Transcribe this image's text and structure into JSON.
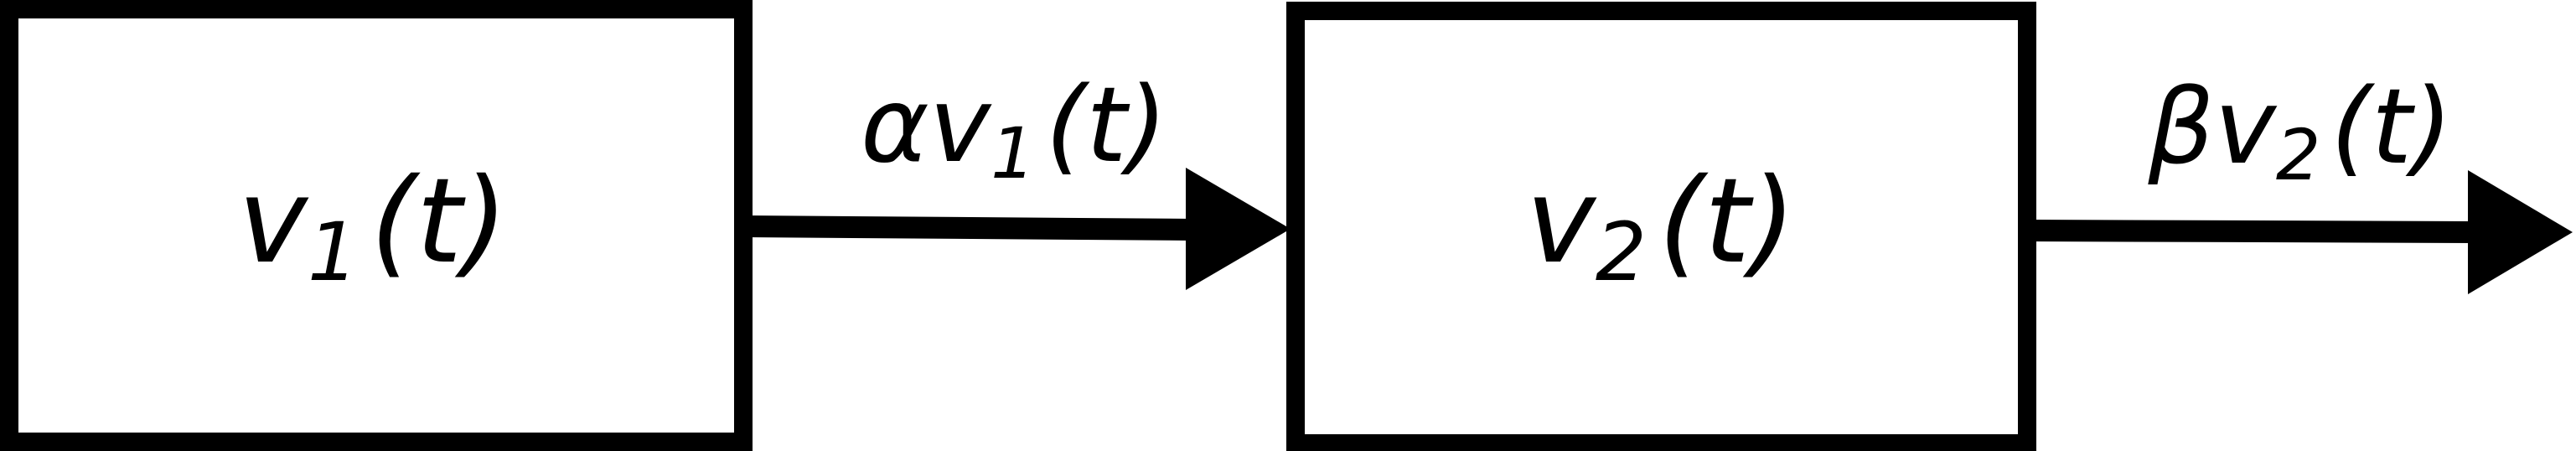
{
  "blocks": [
    {
      "var": "v",
      "sub": "1",
      "arg": "(t)"
    },
    {
      "var": "v",
      "sub": "2",
      "arg": "(t)"
    }
  ],
  "edges": [
    {
      "coef": "α",
      "var": "v",
      "sub": "1",
      "arg": "(t)"
    },
    {
      "coef": "β",
      "var": "v",
      "sub": "2",
      "arg": "(t)"
    }
  ],
  "colors": {
    "stroke": "#000000",
    "background": "#ffffff"
  }
}
